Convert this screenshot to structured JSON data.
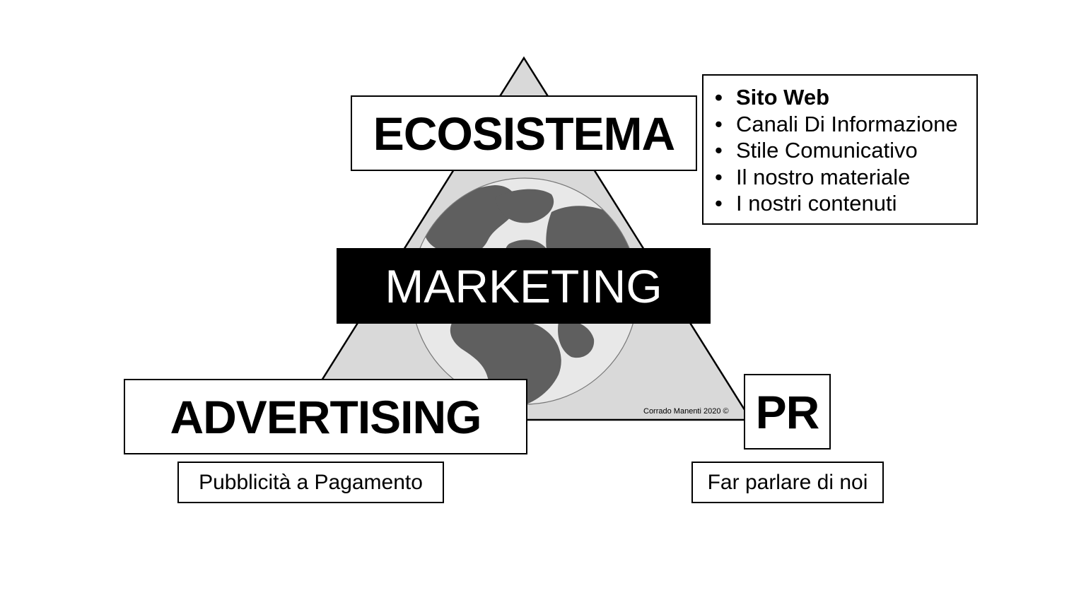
{
  "diagram": {
    "top_label": "ECOSISTEMA",
    "center_label": "MARKETING",
    "left_label": "ADVERTISING",
    "right_label": "PR",
    "left_sub": "Pubblicità a Pagamento",
    "right_sub": "Far parlare di noi",
    "list_items": [
      "Sito Web",
      "Canali Di Informazione",
      "Stile Comunicativo",
      "Il nostro materiale",
      "I nostri contenuti"
    ],
    "credit": "Corrado Manenti 2020 ©",
    "colors": {
      "triangle_fill": "#d9d9d9",
      "land": "#5f5f5f",
      "ocean": "#e8e8e8",
      "marketing_bg": "#000000",
      "marketing_text": "#ffffff"
    }
  }
}
